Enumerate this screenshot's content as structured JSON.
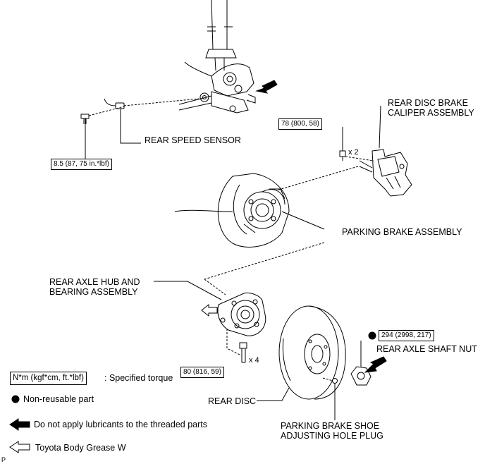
{
  "parts": {
    "rear_speed_sensor": "REAR SPEED SENSOR",
    "caliper_line1": "REAR DISC BRAKE",
    "caliper_line2": "CALIPER ASSEMBLY",
    "parking_brake_assembly": "PARKING BRAKE ASSEMBLY",
    "hub_line1": "REAR AXLE HUB AND",
    "hub_line2": "BEARING ASSEMBLY",
    "rear_axle_shaft_nut": "REAR AXLE SHAFT NUT",
    "rear_disc": "REAR DISC",
    "plug_line1": "PARKING BRAKE SHOE",
    "plug_line2": "ADJUSTING HOLE PLUG"
  },
  "torques": {
    "speed_sensor": "8.5 (87, 75 in.*lbf)",
    "caliper": "78 (800, 58)",
    "hub": "80 (816, 59)",
    "shaft_nut": "294 (2998, 217)"
  },
  "quantities": {
    "caliper_bolts": "x 2",
    "hub_bolts": "x 4"
  },
  "legend": {
    "torque_unit": "N*m (kgf*cm, ft.*lbf)",
    "torque_desc": ": Specified torque",
    "non_reusable": "Non-reusable part",
    "no_lubricant": "Do not apply lubricants to the threaded parts",
    "grease": "Toyota Body Grease W"
  },
  "corner_mark": "P"
}
